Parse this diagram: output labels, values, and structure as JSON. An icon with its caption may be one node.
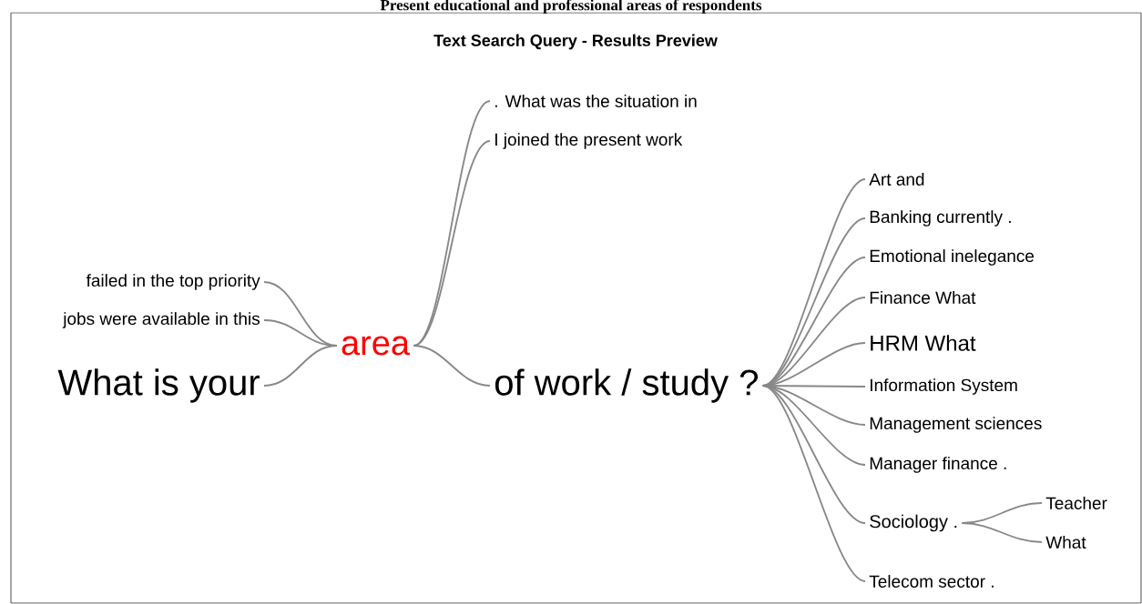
{
  "diagram": {
    "title": "Text Search Query - Results Preview",
    "caption": "Present educational and professional areas of respondents",
    "nodes": [
      {
        "text": [
          "failed in the top priority"
        ]
      },
      {
        "text": [
          "jobs were available in this"
        ]
      },
      {
        "text": [
          "What is your"
        ]
      },
      {
        "text": [
          "area"
        ]
      },
      {
        "text": [
          ". What was the situation in"
        ]
      },
      {
        "text": [
          "I joined the present work"
        ]
      },
      {
        "text": [
          "of work / study ?"
        ]
      },
      {
        "text": [
          "Art and"
        ]
      },
      {
        "text": [
          "Banking currently ."
        ]
      },
      {
        "text": [
          "Emotional inelegance"
        ]
      },
      {
        "text": [
          "Finance What"
        ]
      },
      {
        "text": [
          "HRM What"
        ]
      },
      {
        "text": [
          "Information System"
        ]
      },
      {
        "text": [
          "Management sciences"
        ]
      },
      {
        "text": [
          "Manager finance ."
        ]
      },
      {
        "text": [
          "Sociology ."
        ]
      },
      {
        "text": [
          "Teacher"
        ]
      },
      {
        "text": [
          "What"
        ]
      },
      {
        "text": [
          "Telecom sector ."
        ]
      }
    ],
    "edges": [
      {
        "from": 0,
        "to": 3,
        "arrow": "none"
      },
      {
        "from": 1,
        "to": 3,
        "arrow": "none"
      },
      {
        "from": 2,
        "to": 3,
        "arrow": "none"
      },
      {
        "from": 3,
        "to": 4,
        "arrow": "none"
      },
      {
        "from": 3,
        "to": 5,
        "arrow": "none"
      },
      {
        "from": 3,
        "to": 6,
        "arrow": "none"
      },
      {
        "from": 6,
        "to": 7,
        "arrow": "none"
      },
      {
        "from": 6,
        "to": 8,
        "arrow": "none"
      },
      {
        "from": 6,
        "to": 9,
        "arrow": "none"
      },
      {
        "from": 6,
        "to": 10,
        "arrow": "none"
      },
      {
        "from": 6,
        "to": 11,
        "arrow": "none"
      },
      {
        "from": 6,
        "to": 12,
        "arrow": "none"
      },
      {
        "from": 6,
        "to": 13,
        "arrow": "none"
      },
      {
        "from": 6,
        "to": 14,
        "arrow": "none"
      },
      {
        "from": 6,
        "to": 15,
        "arrow": "none"
      },
      {
        "from": 6,
        "to": 18,
        "arrow": "none"
      },
      {
        "from": 15,
        "to": 16,
        "arrow": "none"
      },
      {
        "from": 15,
        "to": 17,
        "arrow": "none"
      }
    ]
  }
}
